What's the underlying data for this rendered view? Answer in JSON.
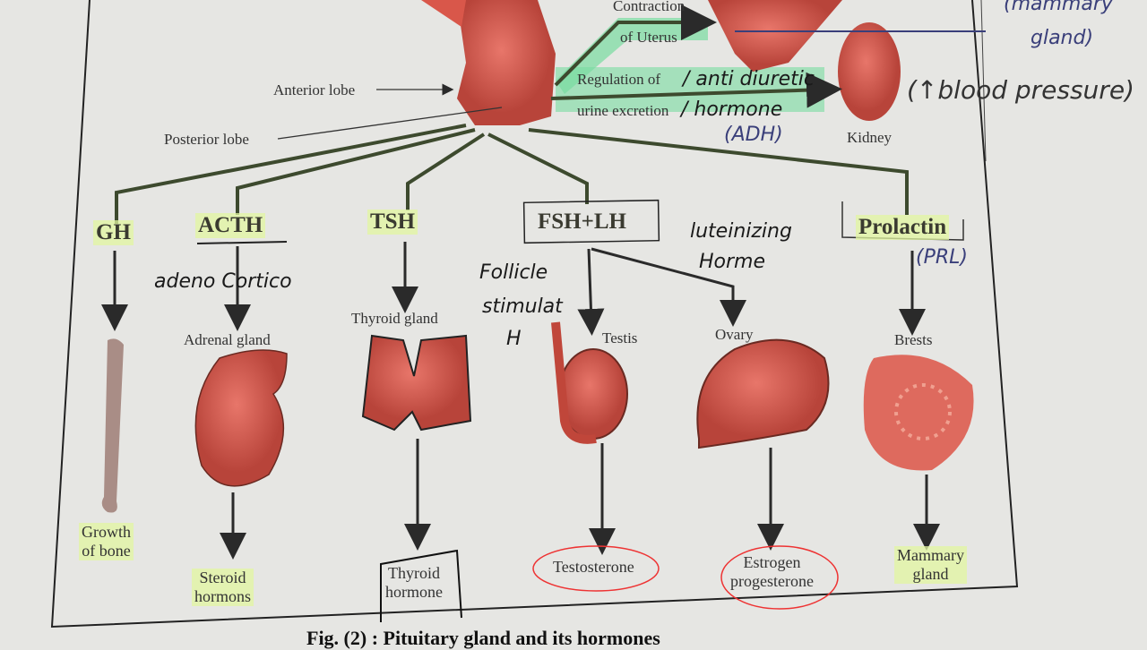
{
  "pituitary": {
    "anterior_lobe": "Anterior lobe",
    "posterior_lobe": "Posterior lobe"
  },
  "posterior_targets": {
    "uterus_label_1": "Contraction",
    "uterus_label_2": "of Uterus",
    "regulation_1": "Regulation of",
    "regulation_2": "urine excretion",
    "kidney": "Kidney"
  },
  "hormones": [
    {
      "name": "GH",
      "target": "",
      "effect_1": "Growth",
      "effect_2": "of bone"
    },
    {
      "name": "ACTH",
      "target": "Adrenal gland",
      "effect_1": "Steroid",
      "effect_2": "hormons"
    },
    {
      "name": "TSH",
      "target": "Thyroid gland",
      "effect_1": "Thyroid",
      "effect_2": "hormone"
    },
    {
      "name": "FSH+LH",
      "target": "Testis",
      "effect_1": "Testosterone",
      "effect_2": ""
    },
    {
      "name": "",
      "target": "Ovary",
      "effect_1": "Estrogen",
      "effect_2": "progesterone"
    },
    {
      "name": "Prolactin",
      "target": "Brests",
      "effect_1": "Mammary",
      "effect_2": "gland"
    }
  ],
  "handwritten": {
    "adh_1": "/ anti diuretic",
    "adh_2": "/ hormone",
    "adh_3": "(ADH)",
    "bp": "(↑blood pressure)",
    "top_right_1": "(mammary",
    "top_right_2": "gland)",
    "acth": "adeno Cortico",
    "fsh_1": "Follicle",
    "fsh_2": "stimulat",
    "fsh_3": "H",
    "lh_1": "luteinizing",
    "lh_2": "Horme",
    "prl": "(PRL)"
  },
  "caption": "Fig. (2) : Pituitary gland and its hormones",
  "colors": {
    "organ": "#d9574a",
    "line": "#3d4a2e",
    "highlight_green": "#78dca0",
    "highlight_yellow": "#e1f5a0",
    "paper": "#e6e6e3"
  }
}
